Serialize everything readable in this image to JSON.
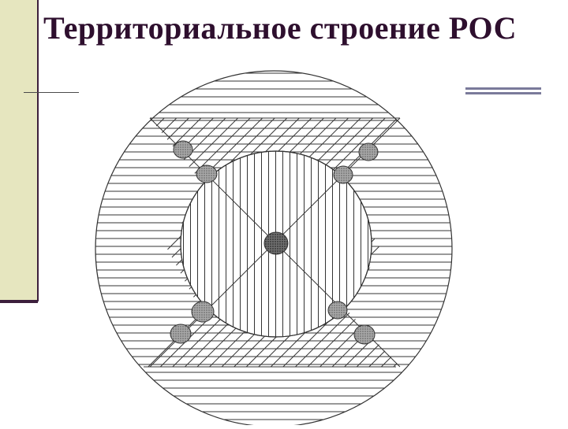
{
  "slide": {
    "title": "Территориальное строение РОС"
  },
  "diagram": {
    "description_icon": "concentric-zones-diagram",
    "zones": [
      "outer-horizontal-hatch",
      "middle-diagonal-hatch",
      "inner-vertical-hatch"
    ],
    "node_count": 9
  },
  "colors": {
    "title": "#2e0f2e",
    "side_band": "#e6e6bf",
    "accent_line": "#3c1f3c"
  }
}
